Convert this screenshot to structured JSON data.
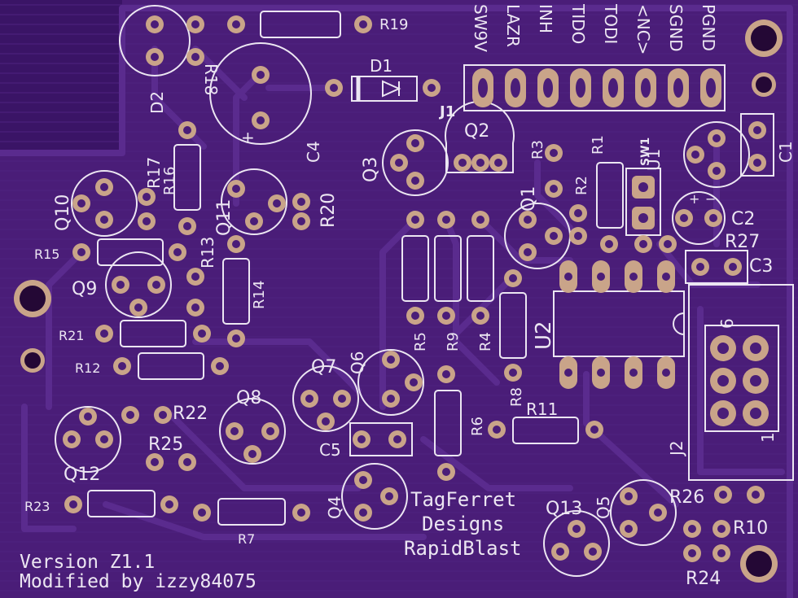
{
  "colors": {
    "board": "#4a1d78",
    "board_dark": "#3a1466",
    "trace": "#5a2b8e",
    "silkscreen": "#ece6f2",
    "pad": "#c9a489",
    "hole": "#240835"
  },
  "connector_pins": [
    "SW9V",
    "LAZR",
    "INH",
    "TIDO",
    "TODI",
    "<NC>",
    "SGND",
    "PGND"
  ],
  "labels": {
    "D1": "D1",
    "D2": "D2",
    "J1": "J1",
    "J2": "J2",
    "U1": "U1",
    "U2": "U2",
    "SW1": "SW1",
    "C1": "C1",
    "C2": "C2",
    "C3": "C3",
    "C4": "C4",
    "C5": "C5",
    "R1": "R1",
    "R2": "R2",
    "R3": "R3",
    "R4": "R4",
    "R5": "R5",
    "R6": "R6",
    "R7": "R7",
    "R8": "R8",
    "R9": "R9",
    "R10": "R10",
    "R11": "R11",
    "R12": "R12",
    "R13": "R13",
    "R14": "R14",
    "R15": "R15",
    "R16": "R16",
    "R17": "R17",
    "R18": "R18",
    "R19": "R19",
    "R20": "R20",
    "R21": "R21",
    "R22": "R22",
    "R23": "R23",
    "R24": "R24",
    "R25": "R25",
    "R26": "R26",
    "R27": "R27",
    "Q1": "Q1",
    "Q2": "Q2",
    "Q3": "Q3",
    "Q4": "Q4",
    "Q5": "Q5",
    "Q6": "Q6",
    "Q7": "Q7",
    "Q8": "Q8",
    "Q9": "Q9",
    "Q10": "Q10",
    "Q11": "Q11",
    "Q12": "Q12",
    "Q13": "Q13",
    "J2_pin6": "6",
    "J2_pin1": "1",
    "C4_plus": "+",
    "C2_plus": "+",
    "C2_minus": "−"
  },
  "credits": {
    "line1": "TagFerret",
    "line2": "Designs",
    "line3": "RapidBlast",
    "version": "Version Z1.1",
    "modified": "Modified by izzy84075"
  }
}
